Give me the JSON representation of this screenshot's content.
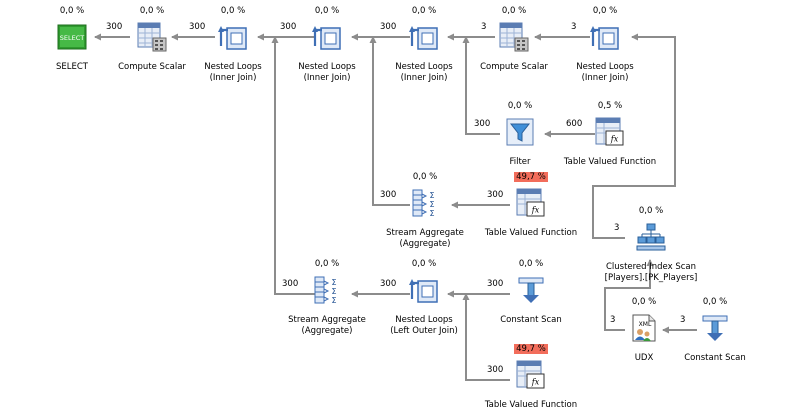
{
  "nodes": [
    {
      "id": "select",
      "icon": "select-icon",
      "cost": "0,0 %",
      "label1": "SELECT",
      "label2": "",
      "hot": false
    },
    {
      "id": "compute_scalar_1",
      "icon": "compute-scalar-icon",
      "cost": "0,0 %",
      "label1": "Compute Scalar",
      "label2": "",
      "hot": false
    },
    {
      "id": "nested_loops_1",
      "icon": "nested-loops-icon",
      "cost": "0,0 %",
      "label1": "Nested Loops",
      "label2": "(Inner Join)",
      "hot": false
    },
    {
      "id": "nested_loops_2",
      "icon": "nested-loops-icon",
      "cost": "0,0 %",
      "label1": "Nested Loops",
      "label2": "(Inner Join)",
      "hot": false
    },
    {
      "id": "nested_loops_3",
      "icon": "nested-loops-icon",
      "cost": "0,0 %",
      "label1": "Nested Loops",
      "label2": "(Inner Join)",
      "hot": false
    },
    {
      "id": "compute_scalar_2",
      "icon": "compute-scalar-icon",
      "cost": "0,0 %",
      "label1": "Compute Scalar",
      "label2": "",
      "hot": false
    },
    {
      "id": "nested_loops_4",
      "icon": "nested-loops-icon",
      "cost": "0,0 %",
      "label1": "Nested Loops",
      "label2": "(Inner Join)",
      "hot": false
    },
    {
      "id": "filter",
      "icon": "filter-icon",
      "cost": "0,0 %",
      "label1": "Filter",
      "label2": "",
      "hot": false
    },
    {
      "id": "tvf_1",
      "icon": "table-valued-function-icon",
      "cost": "0,5 %",
      "label1": "Table Valued Function",
      "label2": "",
      "hot": false
    },
    {
      "id": "stream_agg_1",
      "icon": "stream-aggregate-icon",
      "cost": "0,0 %",
      "label1": "Stream Aggregate",
      "label2": "(Aggregate)",
      "hot": false
    },
    {
      "id": "tvf_2",
      "icon": "table-valued-function-icon",
      "cost": "49,7 %",
      "label1": "Table Valued Function",
      "label2": "",
      "hot": true
    },
    {
      "id": "clustered_index_scan",
      "icon": "clustered-index-scan-icon",
      "cost": "0,0 %",
      "label1": "Clustered Index Scan",
      "label2": "[Players].[PK_Players]",
      "hot": false
    },
    {
      "id": "stream_agg_2",
      "icon": "stream-aggregate-icon",
      "cost": "0,0 %",
      "label1": "Stream Aggregate",
      "label2": "(Aggregate)",
      "hot": false
    },
    {
      "id": "nested_loops_5",
      "icon": "nested-loops-icon",
      "cost": "0,0 %",
      "label1": "Nested Loops",
      "label2": "(Left Outer Join)",
      "hot": false
    },
    {
      "id": "constant_scan_1",
      "icon": "constant-scan-icon",
      "cost": "0,0 %",
      "label1": "Constant Scan",
      "label2": "",
      "hot": false
    },
    {
      "id": "udx",
      "icon": "udx-icon",
      "cost": "0,0 %",
      "label1": "UDX",
      "label2": "",
      "hot": false
    },
    {
      "id": "constant_scan_2",
      "icon": "constant-scan-icon",
      "cost": "0,0 %",
      "label1": "Constant Scan",
      "label2": "",
      "hot": false
    },
    {
      "id": "tvf_3",
      "icon": "table-valued-function-icon",
      "cost": "49,7 %",
      "label1": "Table Valued Function",
      "label2": "",
      "hot": true
    }
  ],
  "edges": [
    {
      "id": "e1",
      "rows": "300"
    },
    {
      "id": "e2",
      "rows": "300"
    },
    {
      "id": "e3",
      "rows": "300"
    },
    {
      "id": "e4",
      "rows": "300"
    },
    {
      "id": "e5",
      "rows": "3"
    },
    {
      "id": "e6",
      "rows": "3"
    },
    {
      "id": "e7",
      "rows": "300"
    },
    {
      "id": "e8",
      "rows": "600"
    },
    {
      "id": "e9",
      "rows": "300"
    },
    {
      "id": "e10",
      "rows": "300"
    },
    {
      "id": "e11",
      "rows": "3"
    },
    {
      "id": "e12",
      "rows": "300"
    },
    {
      "id": "e13",
      "rows": "300"
    },
    {
      "id": "e14",
      "rows": "300"
    },
    {
      "id": "e15",
      "rows": "3"
    },
    {
      "id": "e16",
      "rows": "3"
    },
    {
      "id": "e17",
      "rows": "300"
    }
  ]
}
